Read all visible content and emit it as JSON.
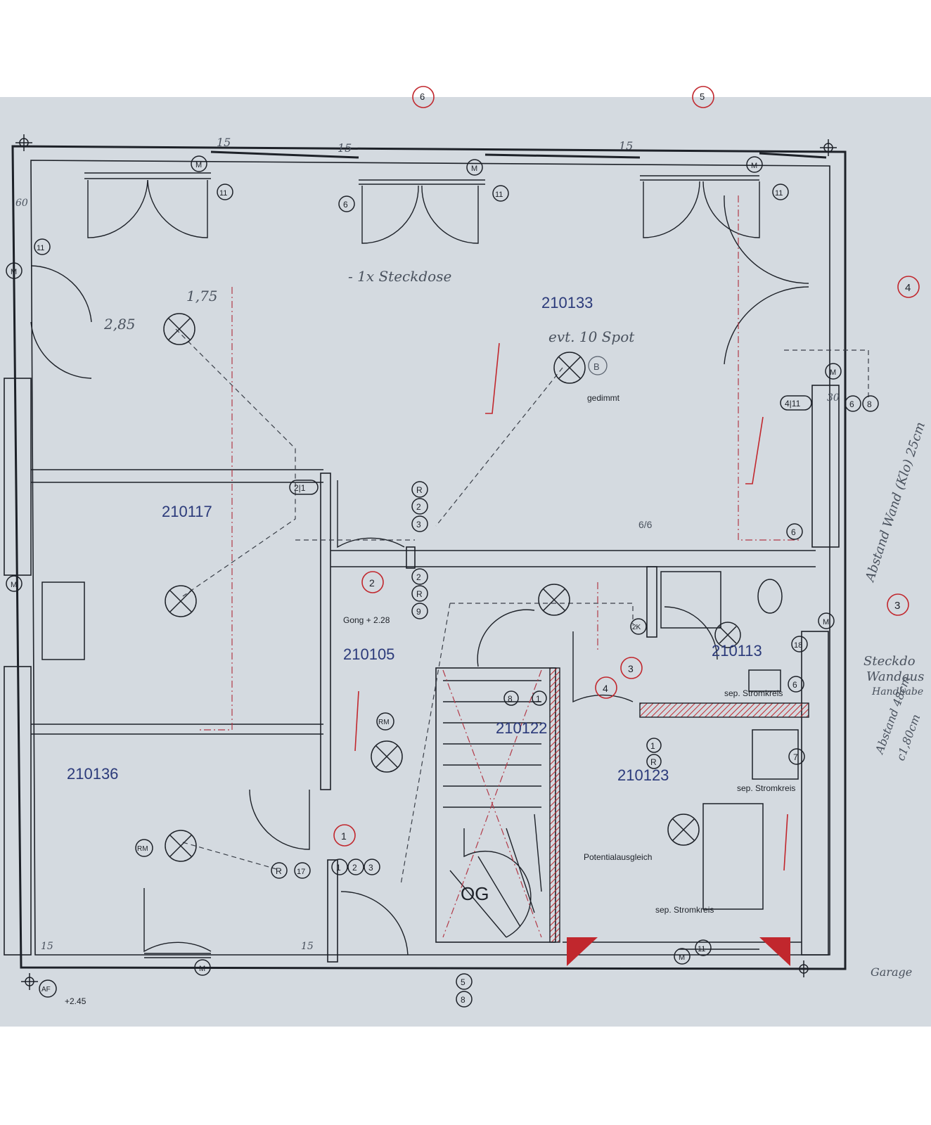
{
  "rooms": [
    {
      "id": "210133"
    },
    {
      "id": "210117"
    },
    {
      "id": "210136"
    },
    {
      "id": "210105"
    },
    {
      "id": "210122"
    },
    {
      "id": "210113"
    },
    {
      "id": "210123"
    }
  ],
  "stair_label": "OG",
  "notes": {
    "gedimmt": "gedimmt",
    "gong": "Gong + 2.28",
    "potential": "Potentialausgleich",
    "sep1": "sep. Stromkreis",
    "sep2": "sep. Stromkreis",
    "sep3": "sep. Stromkreis",
    "height_245": "+2.45"
  },
  "handwriting": {
    "steckdose": "- 1x Steckdose",
    "spot": "evt. 10 Spot",
    "h175": "1,75",
    "w285": "2,85",
    "abstand_wand": "Abstand Wand (Klo) 25cm",
    "steckdose_right": "Steckdo",
    "wandaus": "Wandaus",
    "handhabe": "Handhabe",
    "abstand_48": "Abstand 48cm",
    "height_180": "c1,80cm",
    "garage": "Garage"
  },
  "axis_markers": [
    "4",
    "3",
    "6",
    "5"
  ],
  "red_circles": [
    "1",
    "2",
    "3",
    "4"
  ],
  "symbols": {
    "motor": "M",
    "rauchmelder": "RM",
    "r": "R",
    "b": "B",
    "af": "AF",
    "twok": "2K"
  },
  "dimensions": {
    "d15": "15",
    "d60": "60",
    "d30": "30"
  },
  "sockets": {
    "n11": "11",
    "n6": "6",
    "n8": "8",
    "n5": "5",
    "n4": "4",
    "n7": "7",
    "n1": "1",
    "n2": "2",
    "n3": "3",
    "n9": "9",
    "n17": "17",
    "n21": "2|1",
    "n411": "4|11",
    "n66": "6/6",
    "n18": "18"
  },
  "colors": {
    "background": "#d4dae0",
    "lines": "#1d2128",
    "red": "#c1272d",
    "room_text": "#2b3a7a"
  }
}
